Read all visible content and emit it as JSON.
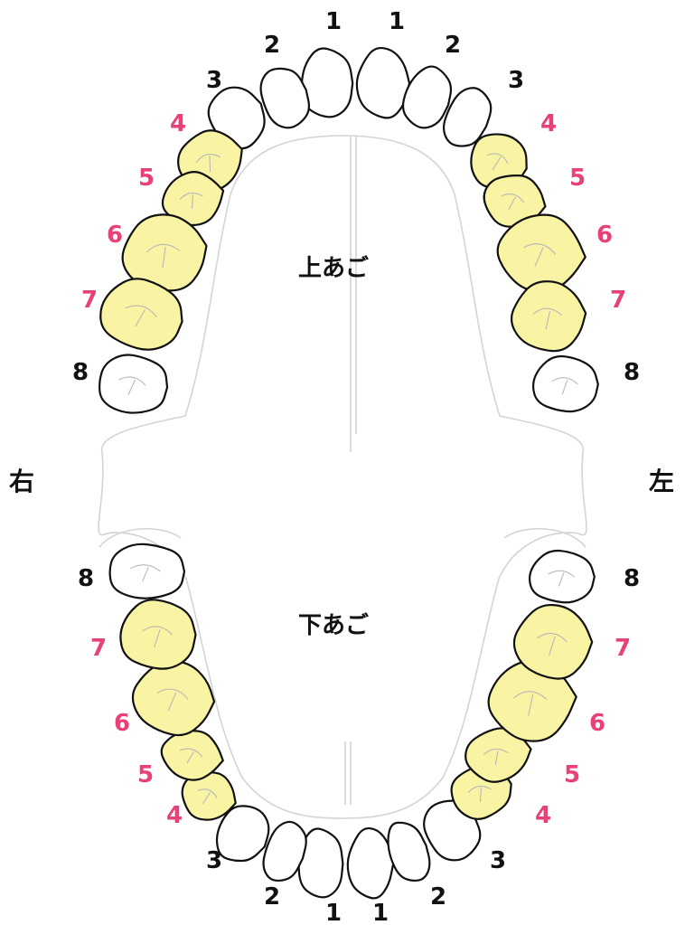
{
  "jaws": {
    "upper": "上あご",
    "lower": "下あご"
  },
  "sides": {
    "right": "右",
    "left": "左"
  },
  "colors": {
    "highlight_fill": "#f8f4a4",
    "plain_fill": "#ffffff",
    "highlight_number": "#e8417a",
    "plain_number": "#111111"
  },
  "teeth": {
    "upper_right": [
      {
        "number": "1",
        "highlighted": false
      },
      {
        "number": "2",
        "highlighted": false
      },
      {
        "number": "3",
        "highlighted": false
      },
      {
        "number": "4",
        "highlighted": true
      },
      {
        "number": "5",
        "highlighted": true
      },
      {
        "number": "6",
        "highlighted": true
      },
      {
        "number": "7",
        "highlighted": true
      },
      {
        "number": "8",
        "highlighted": false
      }
    ],
    "upper_left": [
      {
        "number": "1",
        "highlighted": false
      },
      {
        "number": "2",
        "highlighted": false
      },
      {
        "number": "3",
        "highlighted": false
      },
      {
        "number": "4",
        "highlighted": true
      },
      {
        "number": "5",
        "highlighted": true
      },
      {
        "number": "6",
        "highlighted": true
      },
      {
        "number": "7",
        "highlighted": true
      },
      {
        "number": "8",
        "highlighted": false
      }
    ],
    "lower_right": [
      {
        "number": "1",
        "highlighted": false
      },
      {
        "number": "2",
        "highlighted": false
      },
      {
        "number": "3",
        "highlighted": false
      },
      {
        "number": "4",
        "highlighted": true
      },
      {
        "number": "5",
        "highlighted": true
      },
      {
        "number": "6",
        "highlighted": true
      },
      {
        "number": "7",
        "highlighted": true
      },
      {
        "number": "8",
        "highlighted": false
      }
    ],
    "lower_left": [
      {
        "number": "1",
        "highlighted": false
      },
      {
        "number": "2",
        "highlighted": false
      },
      {
        "number": "3",
        "highlighted": false
      },
      {
        "number": "4",
        "highlighted": true
      },
      {
        "number": "5",
        "highlighted": true
      },
      {
        "number": "6",
        "highlighted": true
      },
      {
        "number": "7",
        "highlighted": true
      },
      {
        "number": "8",
        "highlighted": false
      }
    ]
  }
}
